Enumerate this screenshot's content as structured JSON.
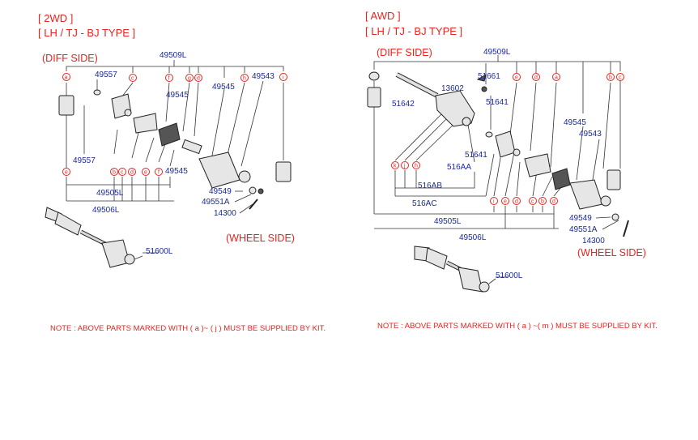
{
  "left": {
    "header1": "[ 2WD ]",
    "header2": "[ LH / TJ - BJ TYPE ]",
    "diff_side": "(DIFF  SIDE)",
    "wheel_side": "(WHEEL  SIDE)",
    "note": "NOTE :  ABOVE PARTS  MARKED WITH ( a )~ ( j ) MUST BE SUPPLIED BY KIT.",
    "labels": {
      "p49509L": "49509L",
      "p49557a": "49557",
      "p49545a": "49545",
      "p49545b": "49545",
      "p49543": "49543",
      "p49557b": "49557",
      "p49545c": "49545",
      "p49505L": "49505L",
      "p49506L": "49506L",
      "p49549": "49549",
      "p49551A": "49551A",
      "p14300": "14300",
      "p51600L": "51600L"
    },
    "marks_top": [
      "a",
      "c",
      "f",
      "g",
      "d",
      "h",
      "i"
    ],
    "marks_bottom": [
      "e",
      "b",
      "c",
      "d",
      "e",
      "f"
    ]
  },
  "right": {
    "header1": "[ AWD ]",
    "header2": "[ LH / TJ - BJ TYPE ]",
    "diff_side": "(DIFF  SIDE)",
    "wheel_side": "(WHEEL  SIDE)",
    "note": "NOTE :  ABOVE PARTS  MARKED WITH ( a ) ~( m )  MUST BE SUPPLIED BY KIT.",
    "labels": {
      "p49509L": "49509L",
      "p51661": "51661",
      "p13602": "13602",
      "p51641a": "51641",
      "p51642": "51642",
      "p49545": "49545",
      "p49543": "49543",
      "p51641b": "51641",
      "p516AA": "516AA",
      "p516AB": "516AB",
      "p516AC": "516AC",
      "p49505L": "49505L",
      "p49506L": "49506L",
      "p49549": "49549",
      "p49551A": "49551A",
      "p14300": "14300",
      "p51600L": "51600L"
    },
    "marks_top": [
      "e",
      "d",
      "a",
      "b",
      "c"
    ],
    "marks_mid": [
      "k",
      "j",
      "h"
    ],
    "marks_bottom": [
      "i",
      "e",
      "d",
      "c",
      "b",
      "d"
    ]
  }
}
